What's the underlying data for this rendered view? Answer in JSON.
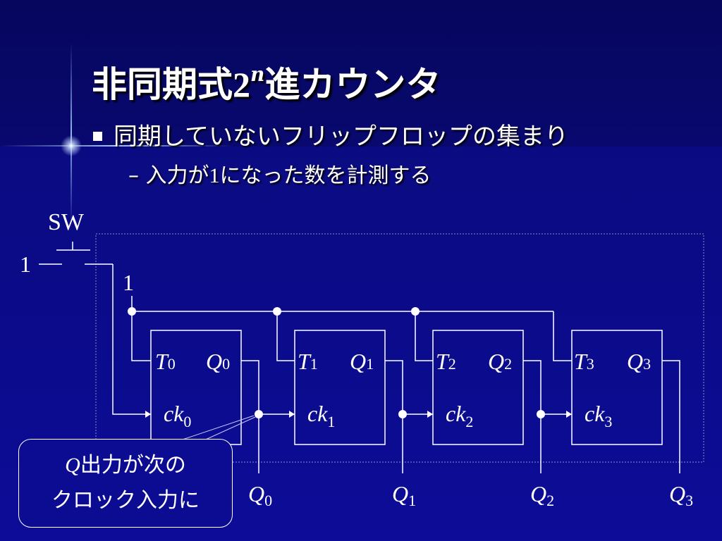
{
  "slide": {
    "title_pre": "非同期式",
    "title_two": "2",
    "title_n": "n",
    "title_post": "進カウンタ",
    "bullet1": "同期していないフリップフロップの集まり",
    "bullet2_dash": "–",
    "bullet2_pre": "入力が",
    "bullet2_one": "1",
    "bullet2_post": "になった数を計測する"
  },
  "circuit": {
    "switch_label": "SW",
    "input_label": "1",
    "t_input_label": "1",
    "flipflops": [
      {
        "t": "T",
        "q": "Q",
        "ck": "ck",
        "index": "0"
      },
      {
        "t": "T",
        "q": "Q",
        "ck": "ck",
        "index": "1"
      },
      {
        "t": "T",
        "q": "Q",
        "ck": "ck",
        "index": "2"
      },
      {
        "t": "T",
        "q": "Q",
        "ck": "ck",
        "index": "3"
      }
    ],
    "outputs": [
      {
        "name": "Q",
        "index": "0"
      },
      {
        "name": "Q",
        "index": "1"
      },
      {
        "name": "Q",
        "index": "2"
      },
      {
        "name": "Q",
        "index": "3"
      }
    ]
  },
  "callout": {
    "q": "Q",
    "line1": "出力が次の",
    "line2": "クロック入力に"
  },
  "colors": {
    "background": "#0a0a6e",
    "foreground": "#ffffff"
  }
}
